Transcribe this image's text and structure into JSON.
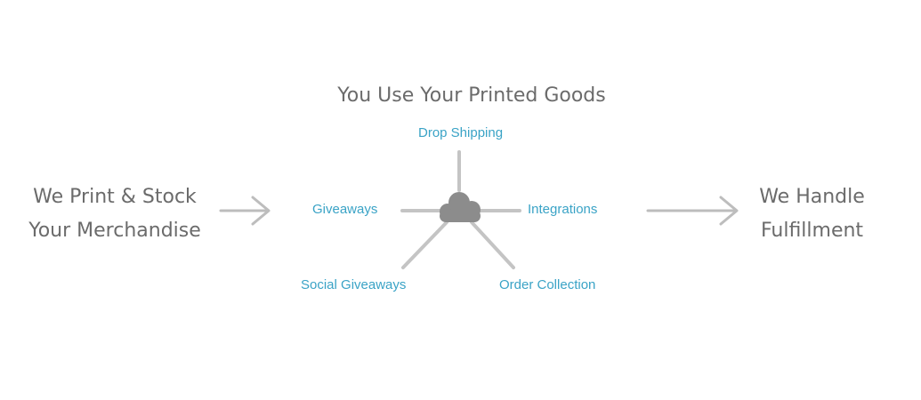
{
  "diagram": {
    "left_step": {
      "line1": "We Print & Stock",
      "line2": "Your Merchandise"
    },
    "center": {
      "title": "You Use Your Printed Goods",
      "uses": {
        "drop_shipping": "Drop Shipping",
        "giveaways": "Giveaways",
        "integrations": "Integrations",
        "social_giveaways": "Social Giveaways",
        "order_collection": "Order Collection"
      },
      "hub_icon": "cloud-icon"
    },
    "right_step": {
      "line1": "We Handle",
      "line2": "Fulfillment"
    },
    "arrow_icon": "arrow-right-icon",
    "colors": {
      "step_text": "#6b6b6b",
      "use_label": "#3aa3c6",
      "spokes": "#c4c4c4",
      "arrows": "#bdbdbd",
      "cloud": "#8c8c8c"
    }
  }
}
